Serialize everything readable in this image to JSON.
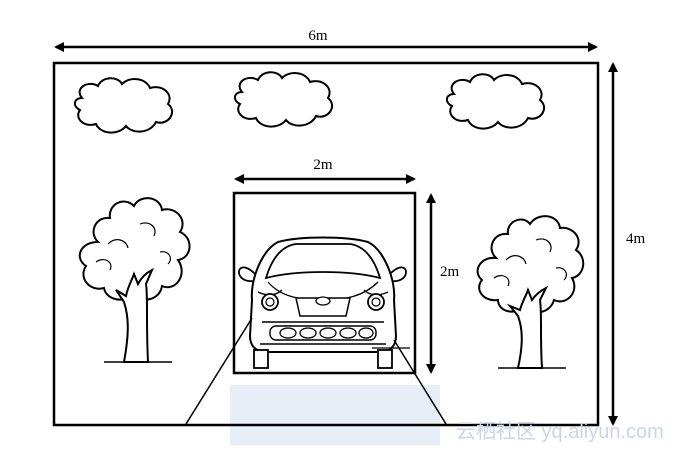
{
  "dimensions": {
    "outer_width": "6m",
    "outer_height": "4m",
    "inner_width": "2m",
    "inner_height": "2m"
  },
  "watermark": "云栖社区 yq.aliyun.com"
}
